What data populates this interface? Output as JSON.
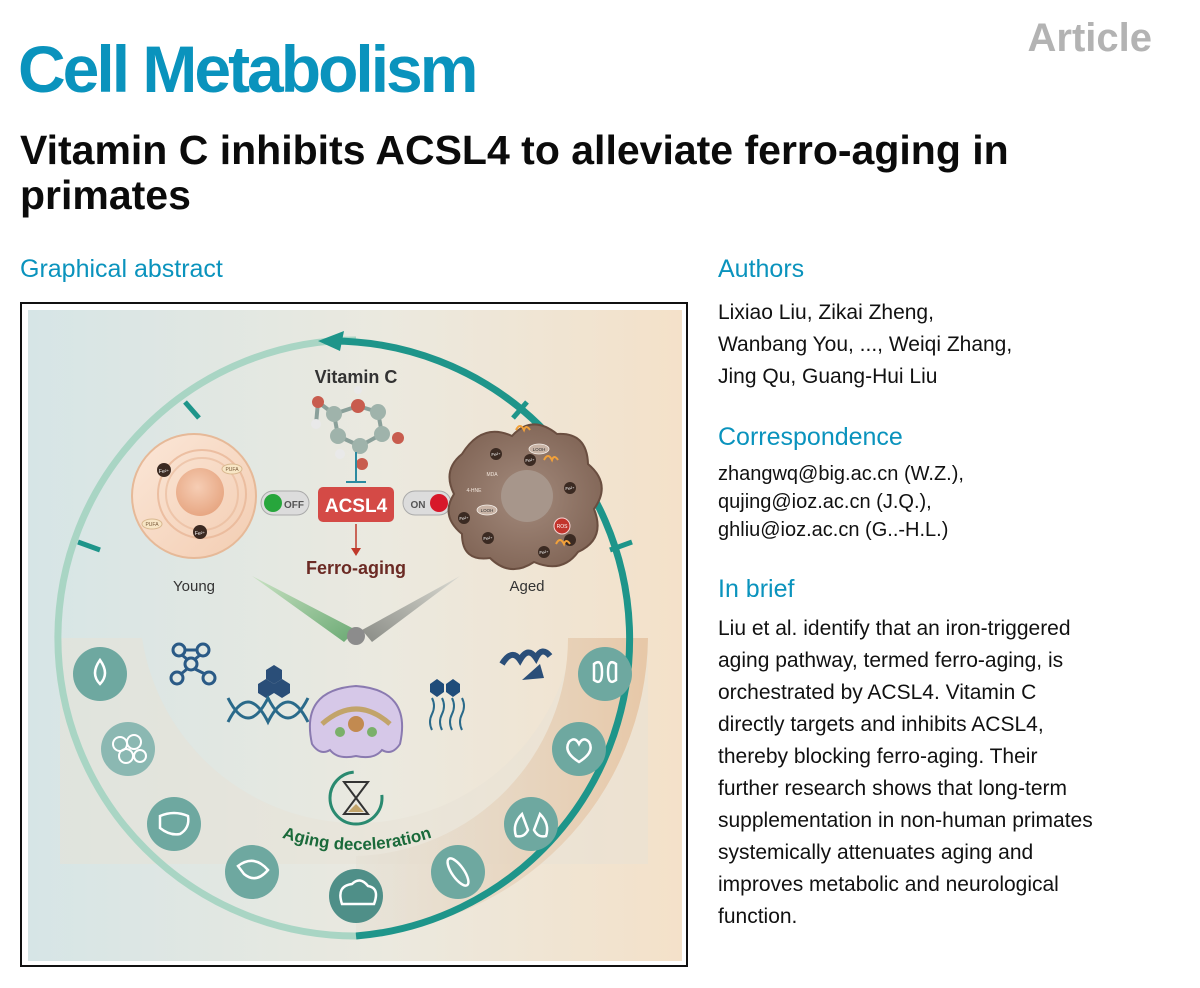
{
  "header": {
    "journal": "Cell Metabolism",
    "article_type": "Article",
    "title": "Vitamin C inhibits ACSL4 to alleviate ferro-aging in primates"
  },
  "graphical_abstract": {
    "heading": "Graphical abstract",
    "vitamin_label": "Vitamin C",
    "acsl4_label": "ACSL4",
    "ferro_label": "Ferro-aging",
    "young_label": "Young",
    "aged_label": "Aged",
    "off_label": "OFF",
    "on_label": "ON",
    "deceleration_label": "Aging deceleration",
    "young_cell_labels": [
      "Fe²⁺",
      "PUFA",
      "PUFA",
      "Fe²⁺"
    ],
    "aged_cell_labels": [
      "Fe²⁺",
      "LOOH",
      "MDA",
      "4-HNE",
      "Fe²⁺",
      "LOOH",
      "Fe²⁺",
      "ROS",
      "Fe²⁺",
      "Fe²⁺",
      "Fe²⁺"
    ],
    "colors": {
      "accent": "#0a93bd",
      "teal_ring": "#1e958a",
      "acsl4_box": "#d44a46",
      "on_dot": "#d7182a",
      "off_dot": "#27a63c",
      "organ_circle": "#6ea8a0"
    },
    "organ_icons": [
      "kidney-icon",
      "heart-icon",
      "lung-icon",
      "muscle-icon",
      "brain-icon",
      "pancreas-icon",
      "liver-icon",
      "cells-icon",
      "drop-icon"
    ]
  },
  "authors": {
    "heading": "Authors",
    "lines": [
      "Lixiao Liu, Zikai Zheng,",
      "Wanbang You, ..., Weiqi Zhang,",
      "Jing Qu, Guang-Hui Liu"
    ]
  },
  "correspondence": {
    "heading": "Correspondence",
    "lines": [
      "zhangwq@big.ac.cn (W.Z.),",
      "qujing@ioz.ac.cn (J.Q.),",
      "ghliu@ioz.ac.cn (G..-H.L.)"
    ]
  },
  "in_brief": {
    "heading": "In brief",
    "lines": [
      "Liu et al. identify that an iron-triggered",
      "aging pathway, termed ferro-aging, is",
      "orchestrated by ACSL4. Vitamin C",
      "directly targets and inhibits ACSL4,",
      "thereby blocking ferro-aging. Their",
      "further research shows that long-term",
      "supplementation in non-human primates",
      "systemically attenuates aging and",
      "improves metabolic and neurological",
      "function."
    ]
  }
}
